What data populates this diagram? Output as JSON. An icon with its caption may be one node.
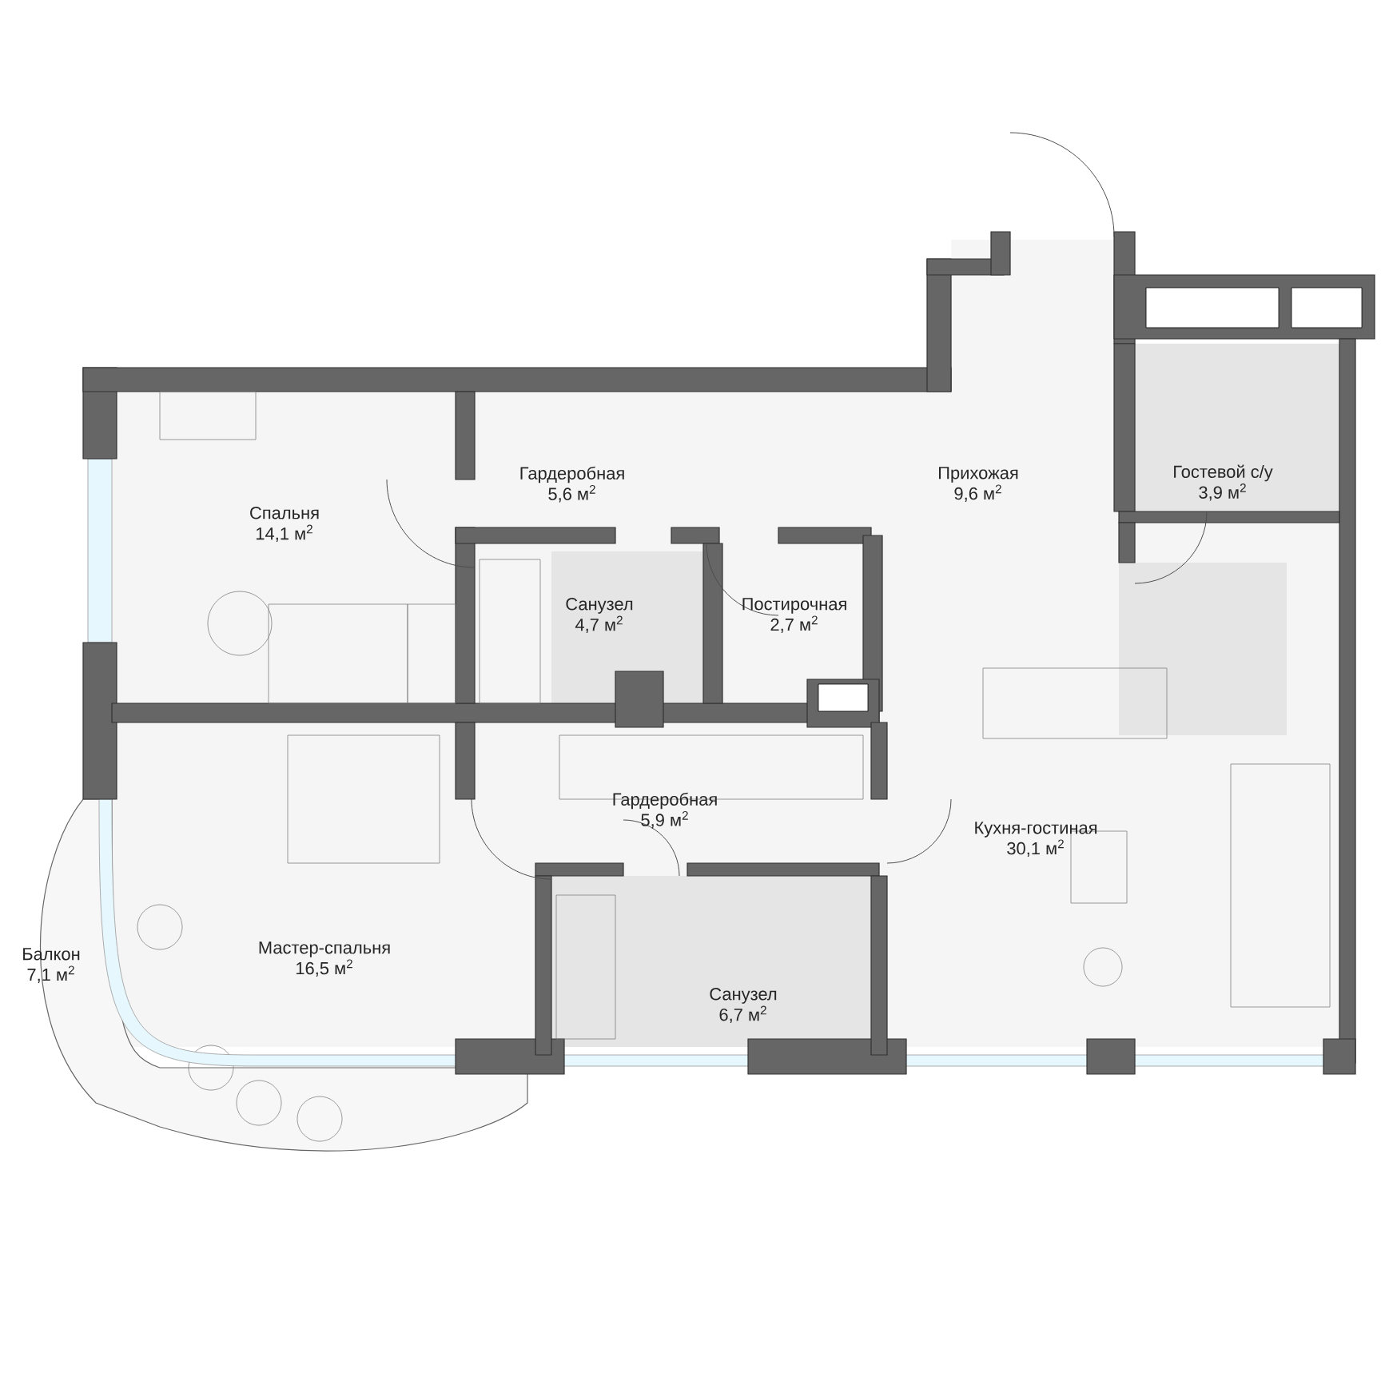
{
  "diagram": {
    "nodes": [
      {
        "text": [
          "Спальня",
          "14,1 м$^{2}$"
        ]
      },
      {
        "text": [
          "Гардеробная",
          "5,6 м$^{2}$"
        ]
      },
      {
        "text": [
          "Прихожая",
          "9,6 м$^{2}$"
        ]
      },
      {
        "text": [
          "Гостевой с/у",
          "3,9 м$^{2}$"
        ]
      },
      {
        "text": [
          "Санузел",
          "4,7 м$^{2}$"
        ]
      },
      {
        "text": [
          "Постирочная",
          "2,7 м$^{2}$"
        ]
      },
      {
        "text": [
          "Гардеробная",
          "5,9 м$^{2}$"
        ]
      },
      {
        "text": [
          "Кухня-гостиная",
          "30,1 м$^{2}$"
        ]
      },
      {
        "text": [
          "Балкон",
          "7,1 м$^{2}$"
        ]
      },
      {
        "text": [
          "Мастер-спальня",
          "16,5 м$^{2}$"
        ]
      },
      {
        "text": [
          "Санузел",
          "6,7 м$^{2}$"
        ]
      }
    ]
  }
}
